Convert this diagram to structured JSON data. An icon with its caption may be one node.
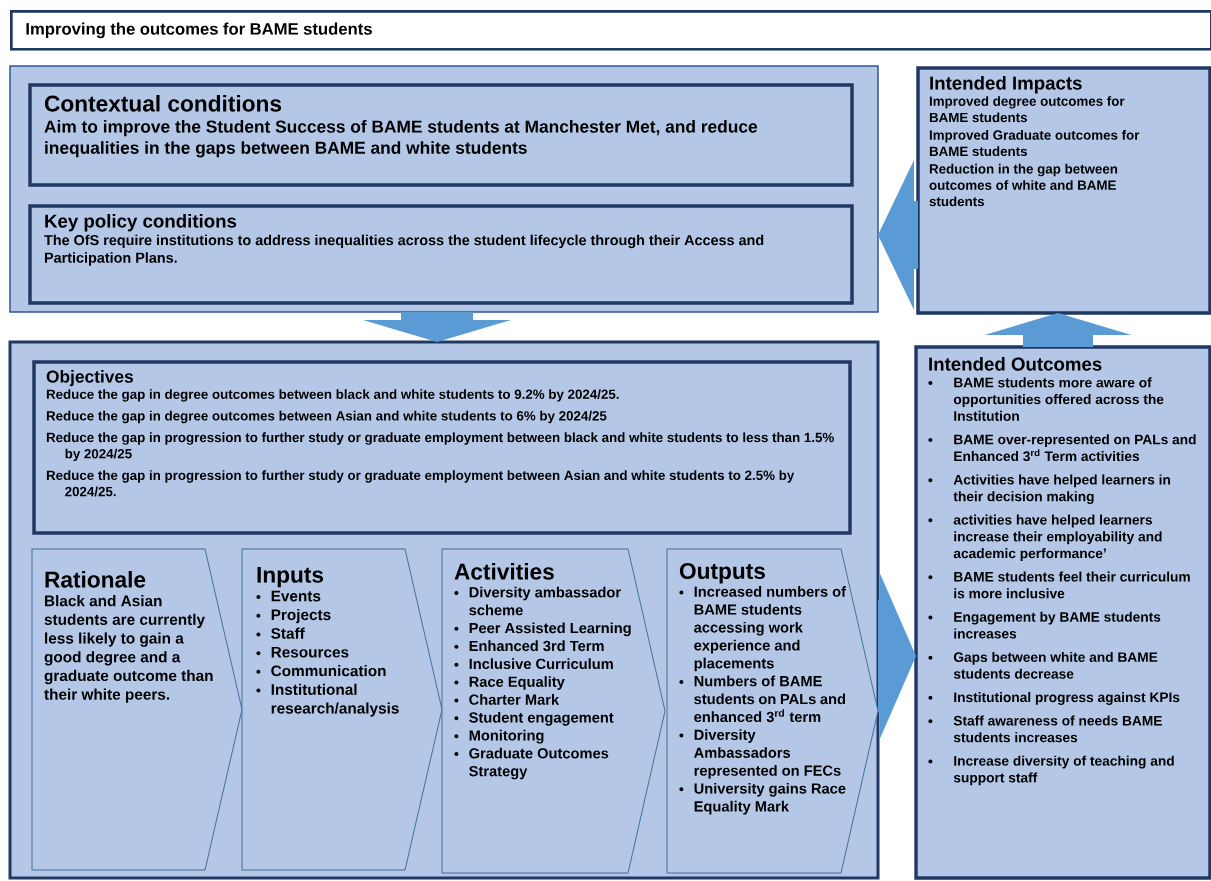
{
  "diagram": {
    "title": "Improving the outcomes for BAME students",
    "nodes": [
      {
        "text": [],
        "shape": "box"
      },
      {
        "text": [
          "Contextual conditions",
          "Aim to improve the Student Success of BAME students at Manchester Met, and reduce inequalities in the gaps between BAME and white students"
        ],
        "in": 0
      },
      {
        "text": [
          "Key policy conditions",
          "The OfS require institutions to address inequalities across the student lifecycle through their Access and Participation Plans."
        ],
        "in": 0
      },
      {
        "text": [
          "Intended Impacts",
          "Improved degree outcomes for BAME students",
          "Improved Graduate outcomes for BAME students",
          "Reduction in the gap between outcomes of white and BAME students"
        ]
      },
      {
        "text": [],
        "shape": "box"
      },
      {
        "text": [
          "Objectives",
          "Reduce the gap in degree outcomes between black and white students to 9.2% by 2024/25.",
          "Reduce the gap in degree outcomes between Asian and white students to 6% by 2024/25",
          "Reduce the gap in progression to further study or graduate employment between black and white students to less than 1.5% by 2024/25",
          "Reduce the gap in progression to further study or graduate employment between Asian and white students to 2.5% by 2024/25."
        ],
        "in": 4
      },
      {
        "text": [
          "Rationale",
          "Black and Asian students are currently less likely to gain a good degree and a graduate outcome than their white peers."
        ],
        "in": 4
      },
      {
        "text": [
          "Inputs",
          "Events",
          "Projects",
          "Staff",
          "Resources",
          "Communication",
          "Institutional research/analysis"
        ],
        "in": 4
      },
      {
        "text": [
          "Activities",
          "Diversity ambassador scheme",
          "Peer Assisted Learning",
          "Enhanced 3rd Term",
          "Inclusive Curriculum",
          "Race Equality",
          "Charter Mark",
          "Student engagement",
          "Monitoring",
          "Graduate Outcomes Strategy"
        ],
        "in": 4
      },
      {
        "text": [
          "Outputs",
          "Increased numbers of BAME students accessing work experience and placements",
          "Numbers of BAME students on PALs and enhanced 3$^{rd}$ term",
          "Diversity Ambassadors represented on FECs",
          "University gains Race Equality Mark"
        ],
        "in": 4
      },
      {
        "text": [
          "Intended Outcomes",
          "BAME students more aware of opportunities offered across the Institution",
          "BAME over-represented on PALs and Enhanced 3$^{rd}$ Term activities",
          "Activities have helped learners in their decision making",
          "activities have helped learners increase their employability and academic performance’",
          "BAME students feel their curriculum is more inclusive",
          "Engagement by BAME students increases",
          "Gaps between white and BAME students decrease",
          "Institutional progress against KPIs",
          "Staff awareness of needs BAME students increases",
          "Increase diversity of teaching and support staff"
        ]
      }
    ],
    "edges": [
      {
        "from": 0,
        "to": 4,
        "arrow": "to"
      },
      {
        "from": 3,
        "to": 0,
        "arrow": "to"
      },
      {
        "from": 4,
        "to": 10,
        "arrow": "to"
      },
      {
        "from": 10,
        "to": 3,
        "arrow": "to"
      }
    ]
  }
}
